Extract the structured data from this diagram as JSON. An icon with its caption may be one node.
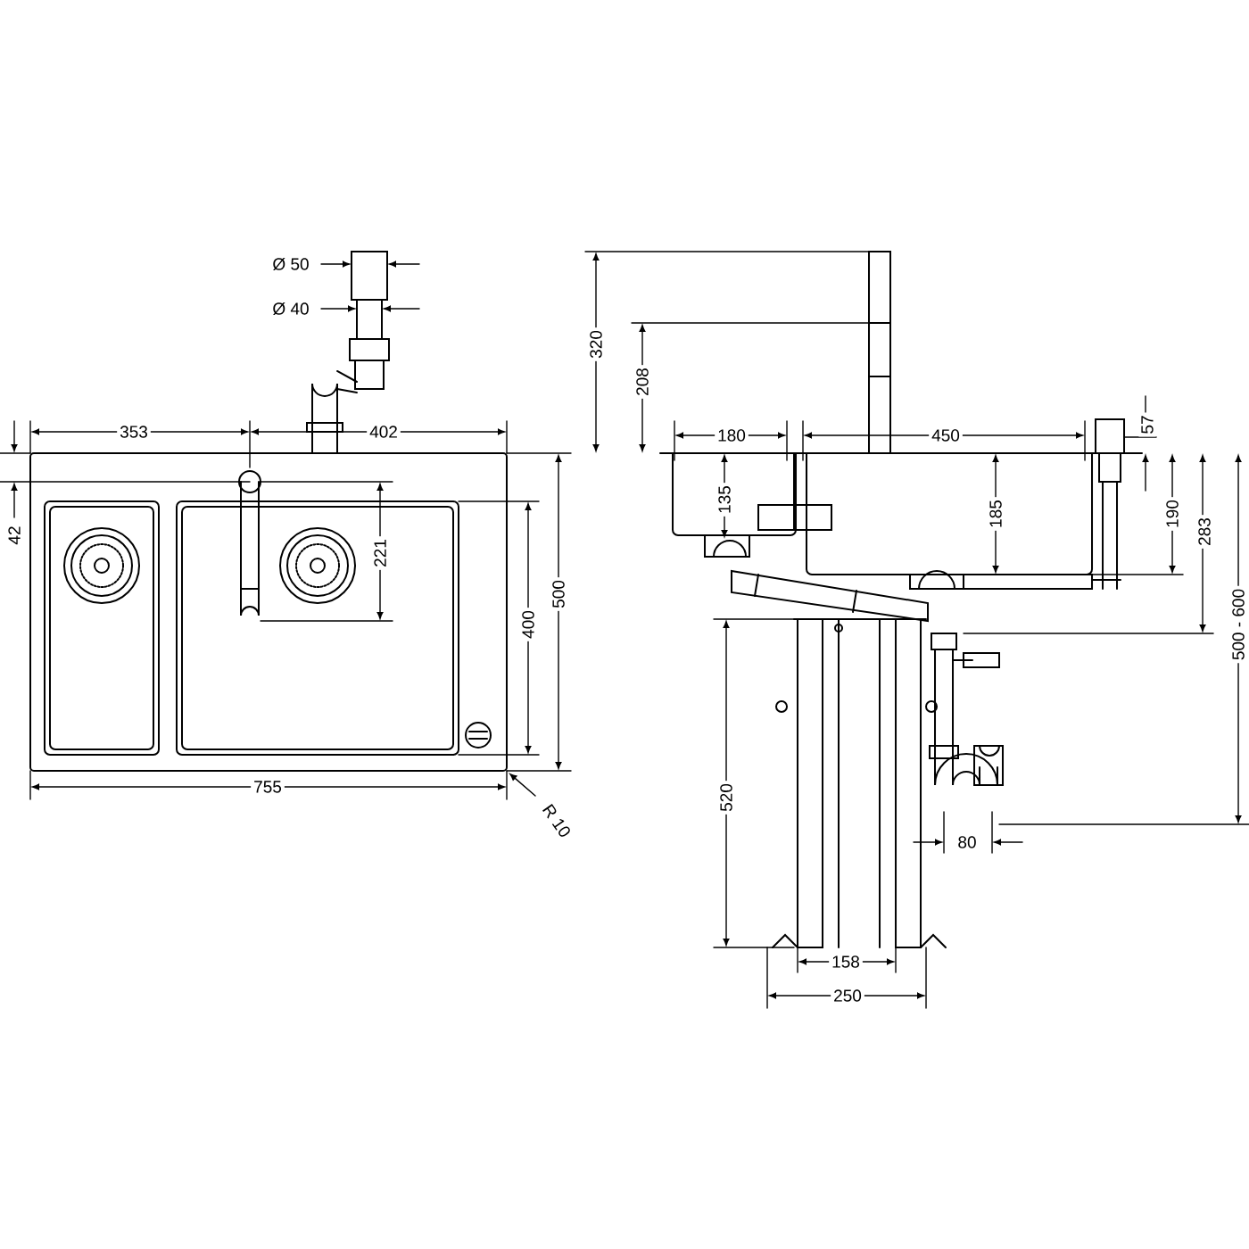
{
  "diagram": {
    "labels": [
      "Ø 50",
      "Ø 40",
      "353",
      "402",
      "42",
      "221",
      "400",
      "500",
      "755",
      "R 10",
      "320",
      "208",
      "180",
      "450",
      "57",
      "135",
      "185",
      "190",
      "283",
      "500 - 600",
      "520",
      "80",
      "158",
      "250"
    ]
  }
}
